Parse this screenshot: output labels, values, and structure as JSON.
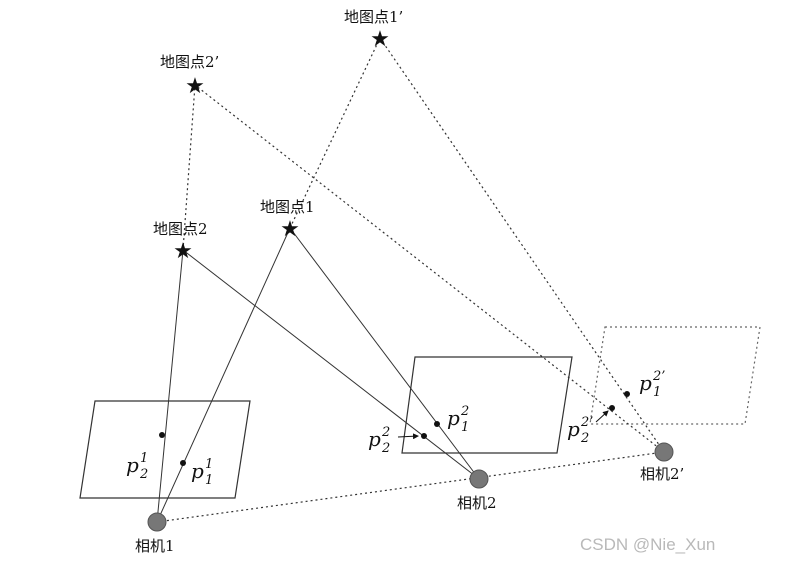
{
  "map_points": [
    {
      "id": "mp1",
      "label": "地图点1"
    },
    {
      "id": "mp2",
      "label": "地图点2"
    },
    {
      "id": "mp1p",
      "label": "地图点1’"
    },
    {
      "id": "mp2p",
      "label": "地图点2’"
    }
  ],
  "cameras": [
    {
      "id": "cam1",
      "label": "相机1"
    },
    {
      "id": "cam2",
      "label": "相机2"
    },
    {
      "id": "cam2p",
      "label": "相机2’"
    }
  ],
  "projections": [
    {
      "id": "p12_cam1",
      "base": "p",
      "sub": "2",
      "sup": "1"
    },
    {
      "id": "p11_cam1",
      "base": "p",
      "sub": "1",
      "sup": "1"
    },
    {
      "id": "p22_cam2",
      "base": "p",
      "sub": "2",
      "sup": "2"
    },
    {
      "id": "p12_cam2",
      "base": "p",
      "sub": "1",
      "sup": "2"
    },
    {
      "id": "p22_cam2p",
      "base": "p",
      "sub": "2",
      "sup": "2’"
    },
    {
      "id": "p12_cam2p",
      "base": "p",
      "sub": "1",
      "sup": "2’"
    }
  ],
  "watermark": "CSDN @Nie_Xun"
}
